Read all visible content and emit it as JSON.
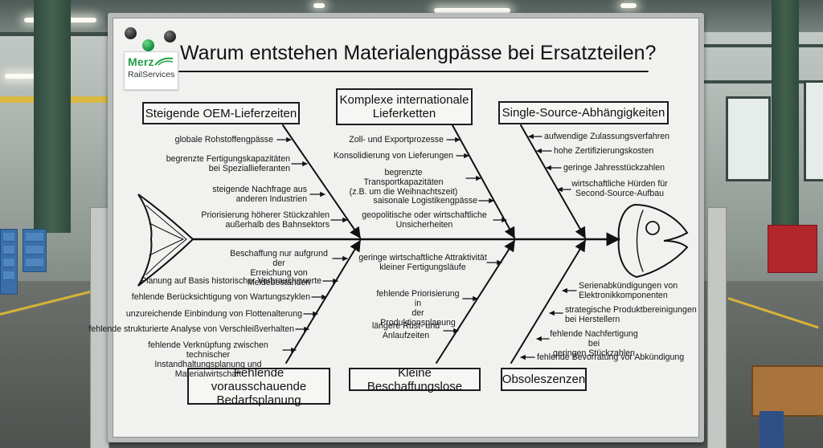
{
  "board_title": "Warum entstehen Materialengpässe bei Ersatzteilen?",
  "logo": {
    "line1": "Merz",
    "line2": "RailServices",
    "accent_color": "#23a046"
  },
  "categories": [
    {
      "id": "oem",
      "label": "Steigende OEM-Lieferzeiten",
      "causes": [
        "globale Rohstoffengpässe",
        "begrenzte Fertigungskapazitäten\nbei Speziallieferanten",
        "steigende Nachfrage aus\nanderen Industrien",
        "Priorisierung höherer Stückzahlen\naußerhalb des Bahnsektors"
      ]
    },
    {
      "id": "chains",
      "label": "Komplexe internationale\nLieferketten",
      "causes": [
        "Zoll- und Exportprozesse",
        "Konsolidierung von Lieferungen",
        "begrenzte Transportkapazitäten\n(z.B. um die Weihnachtszeit)",
        "saisonale Logistikengpässe",
        "geopolitische oder wirtschaftliche\nUnsicherheiten"
      ]
    },
    {
      "id": "single",
      "label": "Single-Source-Abhängigkeiten",
      "causes": [
        "aufwendige Zulassungsverfahren",
        "hohe Zertifizierungskosten",
        "geringe Jahresstückzahlen",
        "wirtschaftliche Hürden für\nSecond-Source-Aufbau"
      ]
    },
    {
      "id": "planning",
      "label": "Fehlende vorausschauende\nBedarfsplanung",
      "causes": [
        "Beschaffung nur aufgrund der\nErreichung von Meldebeständen",
        "Planung auf Basis historischer Verbrauchswerte",
        "fehlende Berücksichtigung von Wartungszyklen",
        "unzureichende Einbindung von Flottenalterung",
        "fehlende strukturierte Analyse von Verschleißverhalten",
        "fehlende Verknüpfung zwischen technischer\nInstandhaltungsplanung und Materialwirtschaft"
      ]
    },
    {
      "id": "lots",
      "label": "Kleine Beschaffungslose",
      "causes": [
        "geringe wirtschaftliche Attraktivität\nkleiner Fertigungsläufe",
        "fehlende Priorisierung in\nder Produktionsplanung",
        "längere Rüst- und\nAnlaufzeiten"
      ]
    },
    {
      "id": "obsolete",
      "label": "Obsoleszenzen",
      "causes": [
        "Serienabkündigungen von\nElektronikkomponenten",
        "strategische Produktbereinigungen\nbei Herstellern",
        "fehlende Nachfertigung bei\ngeringen Stückzahlen",
        "fehlende Bevorratung vor Abkündigung"
      ]
    }
  ]
}
